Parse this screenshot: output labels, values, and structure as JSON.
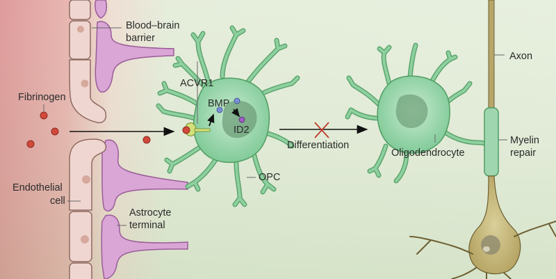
{
  "labels": {
    "blood_brain_barrier_line1": "Blood–brain",
    "blood_brain_barrier_line2": "barrier",
    "fibrinogen": "Fibrinogen",
    "endothelial_line1": "Endothelial",
    "endothelial_line2": "cell",
    "astrocyte_line1": "Astrocyte",
    "astrocyte_line2": "terminal",
    "acvr1": "ACVR1",
    "bmp": "BMP",
    "id2": "ID2",
    "opc": "OPC",
    "differentiation": "Differentiation",
    "oligodendrocyte": "Oligodendrocyte",
    "axon": "Axon",
    "myelin_line1": "Myelin",
    "myelin_line2": "repair"
  },
  "colors": {
    "blood": "#d98a8a",
    "background": "#e3ecd9",
    "endothelial": "#f0d6d0",
    "astrocyte": "#d9a6d6",
    "cell_green": "#8fd0a0",
    "fibrinogen": "#d0493a",
    "bmp": "#7b8fd6",
    "id2": "#8a4fae",
    "block_x": "#c0392b",
    "neuron": "#b7a66a"
  }
}
